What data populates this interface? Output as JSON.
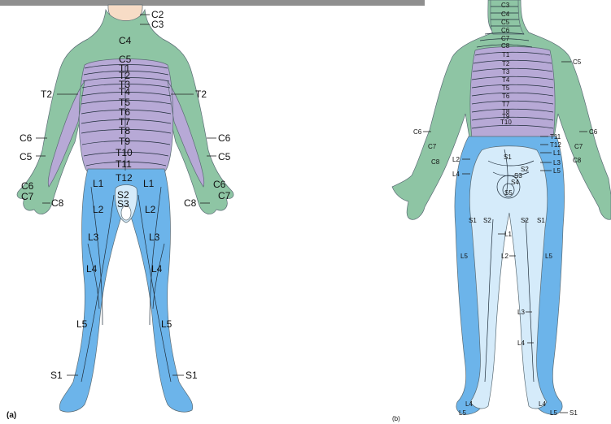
{
  "colors": {
    "cervical": "#8ec5a4",
    "thoracic": "#b7a9d6",
    "lumbar": "#6cb4ea",
    "sacral": "#d5ebfa",
    "skin": "#f7dcc6",
    "topbar": "#8f8f8f"
  },
  "front": {
    "caption": "(a)",
    "labels": {
      "C2": "C2",
      "C3": "C3",
      "C4": "C4",
      "C5": "C5",
      "T1": "T1",
      "T2": "T2",
      "T3": "T3",
      "T4": "T4",
      "T5": "T5",
      "T6": "T6",
      "T7": "T7",
      "T8": "T8",
      "T9": "T9",
      "T10": "T10",
      "T11": "T11",
      "T12": "T12",
      "T2L": "T2",
      "T2R": "T2",
      "C6L": "C6",
      "C6R": "C6",
      "C5L": "C5",
      "C5R": "C5",
      "C6LH": "C6",
      "C6RH": "C6",
      "C7L": "C7",
      "C7R": "C7",
      "C8L": "C8",
      "C8R": "C8",
      "L1L": "L1",
      "L1R": "L1",
      "S2": "S2",
      "S3": "S3",
      "L2L": "L2",
      "L2R": "L2",
      "L3L": "L3",
      "L3R": "L3",
      "L4L": "L4",
      "L4R": "L4",
      "L5L": "L5",
      "L5R": "L5",
      "S1L": "S1",
      "S1R": "S1"
    }
  },
  "back": {
    "caption": "(b)",
    "labels": {
      "C3": "C3",
      "C4": "C4",
      "C5": "C5",
      "C6": "C6",
      "C7": "C7",
      "C8": "C8",
      "T1": "T1",
      "T2": "T2",
      "T3": "T3",
      "T4": "T4",
      "T5": "T5",
      "T6": "T6",
      "T7": "T7",
      "T8": "T8",
      "T9": "T9",
      "T10": "T10",
      "C5R": "C5",
      "C6L": "C6",
      "C6R": "C6",
      "C7L": "C7",
      "C7R": "C7",
      "C8L": "C8",
      "C8R": "C8",
      "T11": "T11",
      "T12": "T12",
      "L1": "L1",
      "L3": "L3",
      "L5": "L5",
      "L2L": "L2",
      "L4L": "L4",
      "S1": "S1",
      "S2": "S2",
      "S3": "S3",
      "S4": "S4",
      "S5": "S5",
      "S1L": "S1",
      "S2L": "S2",
      "S2R": "S2",
      "S1R": "S1",
      "L1m": "L1",
      "L2m": "L2",
      "L5L": "L5",
      "L5R": "L5",
      "L3m": "L3",
      "L4m": "L4",
      "L4f": "L4",
      "L5f": "L5",
      "L4fR": "L4",
      "L5fR": "L5",
      "S1f": "S1"
    }
  }
}
